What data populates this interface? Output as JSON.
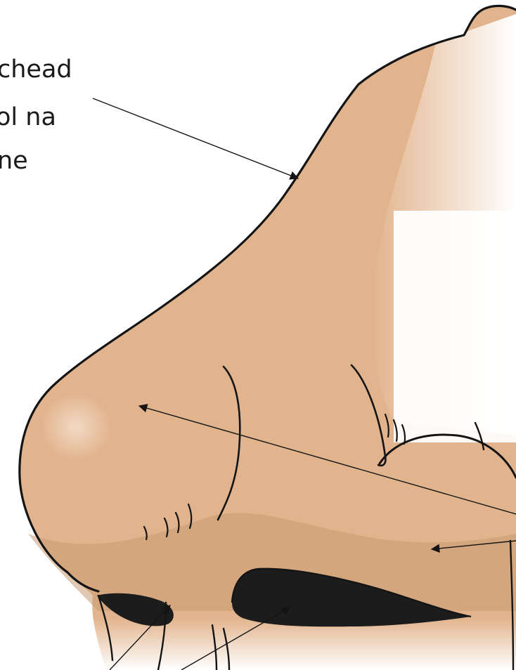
{
  "labels": {
    "line1": "chead",
    "line2": "ol na",
    "line3": "ne"
  },
  "colors": {
    "skin": "#e2b48d",
    "skin_shadow": "#c99a73",
    "highlight": "#f1d6c0",
    "outline": "#141414",
    "nostril": "#1c1c1c"
  },
  "icons": {
    "pointer": "arrow-icon"
  }
}
